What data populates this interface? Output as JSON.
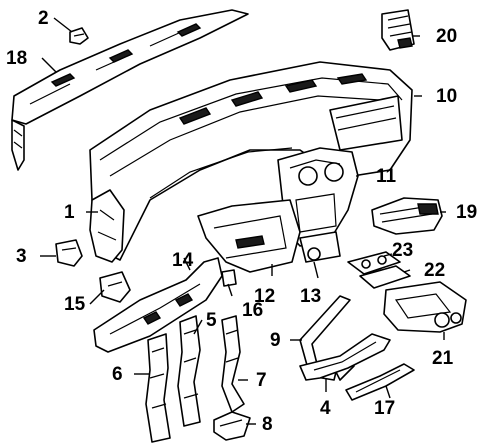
{
  "diagram": {
    "callouts": [
      {
        "id": "c1",
        "number": "1"
      },
      {
        "id": "c2",
        "number": "2"
      },
      {
        "id": "c3",
        "number": "3"
      },
      {
        "id": "c4",
        "number": "4"
      },
      {
        "id": "c5",
        "number": "5"
      },
      {
        "id": "c6",
        "number": "6"
      },
      {
        "id": "c7",
        "number": "7"
      },
      {
        "id": "c8",
        "number": "8"
      },
      {
        "id": "c9",
        "number": "9"
      },
      {
        "id": "c10",
        "number": "10"
      },
      {
        "id": "c11",
        "number": "11"
      },
      {
        "id": "c12",
        "number": "12"
      },
      {
        "id": "c13",
        "number": "13"
      },
      {
        "id": "c14",
        "number": "14"
      },
      {
        "id": "c15",
        "number": "15"
      },
      {
        "id": "c16",
        "number": "16"
      },
      {
        "id": "c17",
        "number": "17"
      },
      {
        "id": "c18",
        "number": "18"
      },
      {
        "id": "c19",
        "number": "19"
      },
      {
        "id": "c20",
        "number": "20"
      },
      {
        "id": "c21",
        "number": "21"
      },
      {
        "id": "c22",
        "number": "22"
      },
      {
        "id": "c23",
        "number": "23"
      }
    ]
  }
}
